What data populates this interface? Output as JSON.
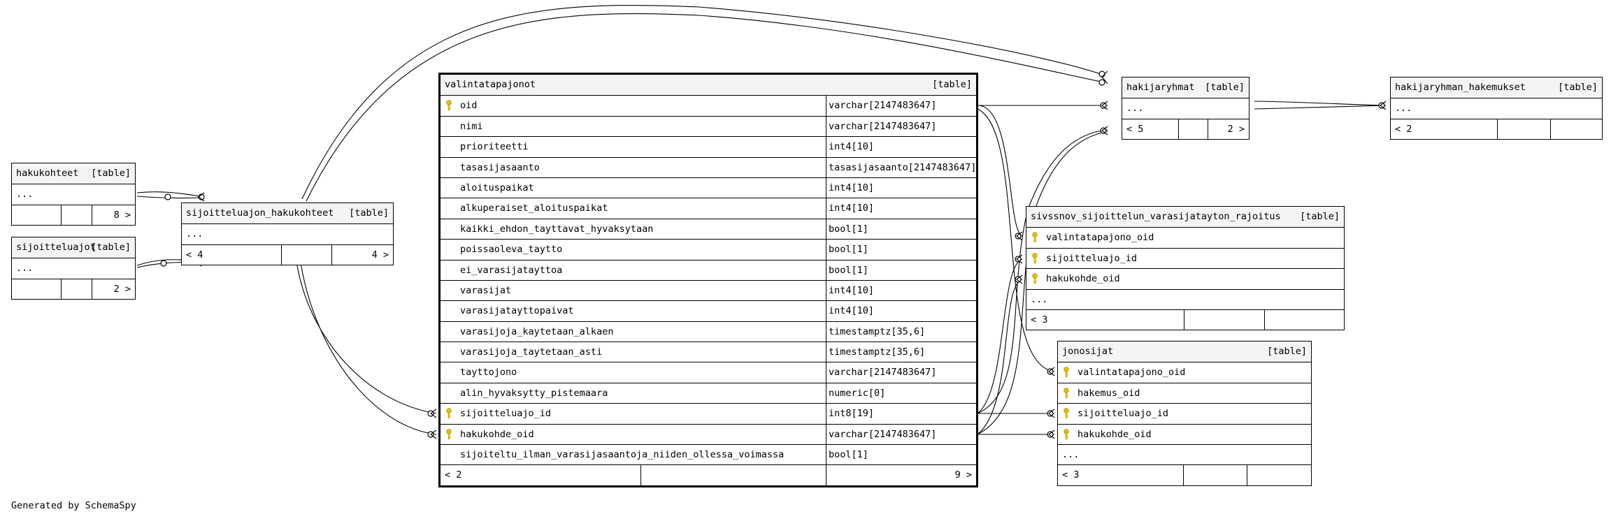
{
  "generated_by": "Generated by SchemaSpy",
  "tables": {
    "hakukohteet": {
      "name": "hakukohteet",
      "type": "[table]",
      "ellipsis": "...",
      "foot_left": "",
      "foot_right": "8 >"
    },
    "sijoitteluajot": {
      "name": "sijoitteluajot",
      "type": "[table]",
      "ellipsis": "...",
      "foot_left": "",
      "foot_right": "2 >"
    },
    "sijoitteluajon_hakukohteet": {
      "name": "sijoitteluajon_hakukohteet",
      "type": "[table]",
      "ellipsis": "...",
      "foot_left": "< 4",
      "foot_right": "4 >"
    },
    "valintatapajonot": {
      "name": "valintatapajonot",
      "type": "[table]",
      "foot_left": "< 2",
      "foot_right": "9 >",
      "columns": [
        {
          "name": "oid",
          "type": "varchar[2147483647]",
          "key": true
        },
        {
          "name": "nimi",
          "type": "varchar[2147483647]",
          "key": false
        },
        {
          "name": "prioriteetti",
          "type": "int4[10]",
          "key": false
        },
        {
          "name": "tasasijasaanto",
          "type": "tasasijasaanto[2147483647]",
          "key": false
        },
        {
          "name": "aloituspaikat",
          "type": "int4[10]",
          "key": false
        },
        {
          "name": "alkuperaiset_aloituspaikat",
          "type": "int4[10]",
          "key": false
        },
        {
          "name": "kaikki_ehdon_tayttavat_hyvaksytaan",
          "type": "bool[1]",
          "key": false
        },
        {
          "name": "poissaoleva_taytto",
          "type": "bool[1]",
          "key": false
        },
        {
          "name": "ei_varasijatayttoa",
          "type": "bool[1]",
          "key": false
        },
        {
          "name": "varasijat",
          "type": "int4[10]",
          "key": false
        },
        {
          "name": "varasijatayttopaivat",
          "type": "int4[10]",
          "key": false
        },
        {
          "name": "varasijoja_kaytetaan_alkaen",
          "type": "timestamptz[35,6]",
          "key": false
        },
        {
          "name": "varasijoja_taytetaan_asti",
          "type": "timestamptz[35,6]",
          "key": false
        },
        {
          "name": "tayttojono",
          "type": "varchar[2147483647]",
          "key": false
        },
        {
          "name": "alin_hyvaksytty_pistemaara",
          "type": "numeric[0]",
          "key": false
        },
        {
          "name": "sijoitteluajo_id",
          "type": "int8[19]",
          "key": true
        },
        {
          "name": "hakukohde_oid",
          "type": "varchar[2147483647]",
          "key": true
        },
        {
          "name": "sijoiteltu_ilman_varasijasaantoja_niiden_ollessa_voimassa",
          "type": "bool[1]",
          "key": false
        }
      ]
    },
    "hakijaryhmat": {
      "name": "hakijaryhmat",
      "type": "[table]",
      "ellipsis": "...",
      "foot_left": "< 5",
      "foot_right": "2 >"
    },
    "hakijaryhman_hakemukset": {
      "name": "hakijaryhman_hakemukset",
      "type": "[table]",
      "ellipsis": "...",
      "foot_left": "< 2",
      "foot_right": ""
    },
    "sivssnov": {
      "name": "sivssnov_sijoittelun_varasijatayton_rajoitus",
      "type": "[table]",
      "ellipsis": "...",
      "foot_left": "< 3",
      "foot_right": "",
      "columns": [
        {
          "name": "valintatapajono_oid",
          "key": true
        },
        {
          "name": "sijoitteluajo_id",
          "key": true
        },
        {
          "name": "hakukohde_oid",
          "key": true
        }
      ]
    },
    "jonosijat": {
      "name": "jonosijat",
      "type": "[table]",
      "ellipsis": "...",
      "foot_left": "< 3",
      "foot_right": "",
      "columns": [
        {
          "name": "valintatapajono_oid",
          "key": true
        },
        {
          "name": "hakemus_oid",
          "key": true
        },
        {
          "name": "sijoitteluajo_id",
          "key": true
        },
        {
          "name": "hakukohde_oid",
          "key": true
        }
      ]
    }
  }
}
